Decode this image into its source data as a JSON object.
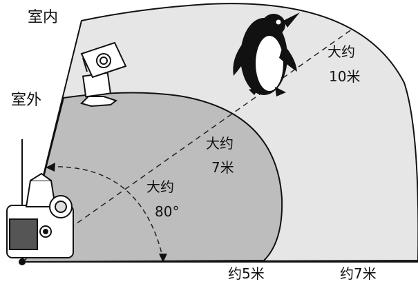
{
  "labels": {
    "indoor": "室内",
    "outdoor": "室外",
    "about_10m": [
      "大约",
      "10米"
    ],
    "about_7m": [
      "大约",
      "7米"
    ],
    "angle": [
      "大约",
      "80°"
    ],
    "axis_5m": "约5米",
    "axis_7m": "约7米"
  },
  "colors": {
    "indoor_zone": "#e6e6e6",
    "outdoor_zone": "#bdbdbd",
    "outline": "#111111",
    "dashed_line": "#222222"
  },
  "icons": [
    "flash-unit-icon",
    "penguin-icon",
    "camera-icon"
  ]
}
